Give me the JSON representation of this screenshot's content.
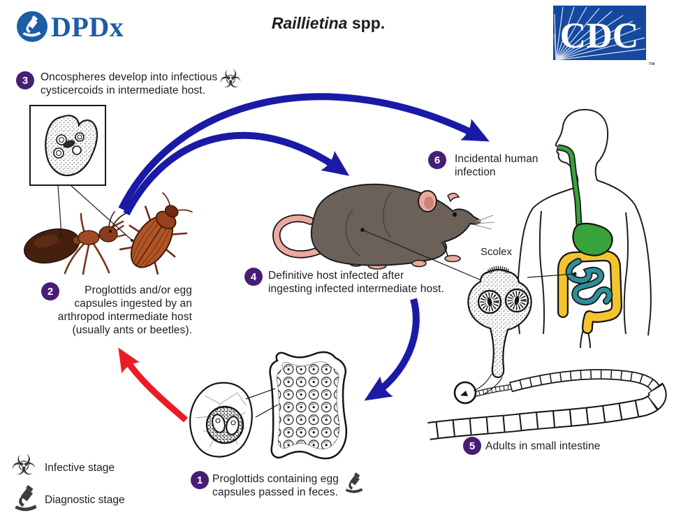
{
  "header": {
    "dpdx_label": "DPDx",
    "title_genus": "Raillietina",
    "title_suffix": "spp.",
    "cdc_label": "CDC",
    "cdc_tm": "™"
  },
  "steps": [
    {
      "num": "1",
      "lines": [
        "Proglottids containing egg",
        "capsules passed in feces."
      ]
    },
    {
      "num": "2",
      "lines": [
        "Proglottids and/or egg",
        "capsules ingested by an",
        "arthropod intermediate host",
        "(usually ants or beetles)."
      ]
    },
    {
      "num": "3",
      "lines": [
        "Oncospheres develop into infectious",
        "cysticercoids in intermediate host."
      ]
    },
    {
      "num": "4",
      "lines": [
        "Definitive host infected after",
        "ingesting infected intermediate host."
      ]
    },
    {
      "num": "5",
      "lines": [
        "Adults in small intestine"
      ]
    },
    {
      "num": "6",
      "lines": [
        "Incidental human",
        "infection"
      ]
    }
  ],
  "labels": {
    "scolex": "Scolex"
  },
  "legend": {
    "infective": {
      "icon": "biohazard-icon",
      "label": "Infective stage"
    },
    "diagnostic": {
      "icon": "microscope-icon",
      "label": "Diagnostic stage"
    }
  },
  "icons": {
    "biohazard": "☣"
  },
  "colors": {
    "arrow_blue": "#1a1aa6",
    "arrow_red": "#ec1c24",
    "step_circle": "#471e74",
    "dpdx_blue": "#1d5ca6",
    "cdc_blue": "#15499f",
    "organ_green": "#3aa23a",
    "organ_yellow": "#f4c42e",
    "organ_teal": "#2e8f99"
  }
}
